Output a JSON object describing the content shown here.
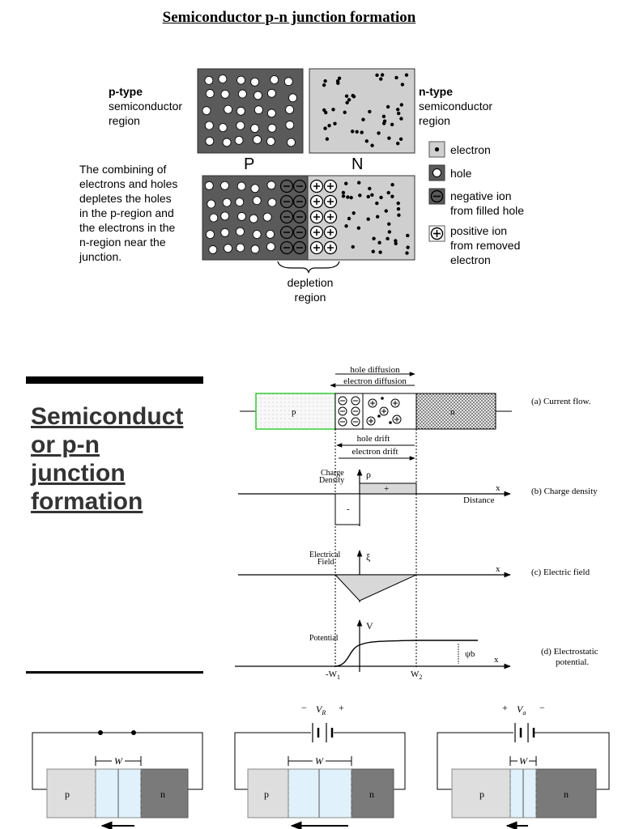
{
  "title": "Semiconductor p-n junction formation",
  "top_diagram": {
    "p_label_bold": "p-type",
    "p_label_lines": [
      "semiconductor",
      "region"
    ],
    "n_label_bold": "n-type",
    "n_label_lines": [
      "semiconductor",
      "region"
    ],
    "big_p": "P",
    "big_n": "N",
    "description_lines": [
      "The combining of",
      "electrons and  holes",
      "depletes the holes",
      "in the p-region and",
      "the electrons in the",
      "n-region near the",
      "junction."
    ],
    "depletion_lines": [
      "depletion",
      "region"
    ],
    "legend": [
      {
        "symbol": "dot",
        "lines": [
          "electron"
        ]
      },
      {
        "symbol": "hole",
        "lines": [
          "hole"
        ]
      },
      {
        "symbol": "minus",
        "lines": [
          "negative ion",
          "from filled hole"
        ]
      },
      {
        "symbol": "plus",
        "lines": [
          "positive ion",
          "from removed",
          "electron"
        ]
      }
    ],
    "colors": {
      "p_region": "#5a5a5a",
      "n_region": "#cfcfcf"
    }
  },
  "side_title_lines": [
    "Semiconduct",
    "or p-n",
    "junction",
    "formation"
  ],
  "middle_diagram": {
    "hole_diffusion": "hole diffusion",
    "electron_diffusion": "electron diffusion",
    "hole_drift": "hole drift",
    "electron_drift": "electron drift",
    "p": "p",
    "n": "n",
    "captions": [
      "(a) Current flow.",
      "(b) Charge density",
      "(c) Electric field",
      "(d) Electrostatic",
      "potential."
    ],
    "charge_density_lines": [
      "Charge",
      "Density"
    ],
    "rho": "ρ",
    "plus_sign": "+",
    "minus_sign": "-",
    "distance": "Distance",
    "x_axis": "x",
    "electrical_field_lines": [
      "Electrical",
      "Field"
    ],
    "xi": "ξ",
    "potential": "Potential",
    "v_axis": "V",
    "phi_b": "ψb",
    "w1": "-W",
    "w1_sub": "1",
    "w2": "W",
    "w2_sub": "2"
  },
  "bottom_diagrams": [
    {
      "p": "p",
      "n": "n",
      "w": "W",
      "source": ""
    },
    {
      "p": "p",
      "n": "n",
      "w": "W",
      "source": "V",
      "source_sub": "R",
      "left_sign": "−",
      "right_sign": "+"
    },
    {
      "p": "p",
      "n": "n",
      "w": "W",
      "source": "V",
      "source_sub": "a",
      "left_sign": "+",
      "right_sign": "−"
    }
  ]
}
